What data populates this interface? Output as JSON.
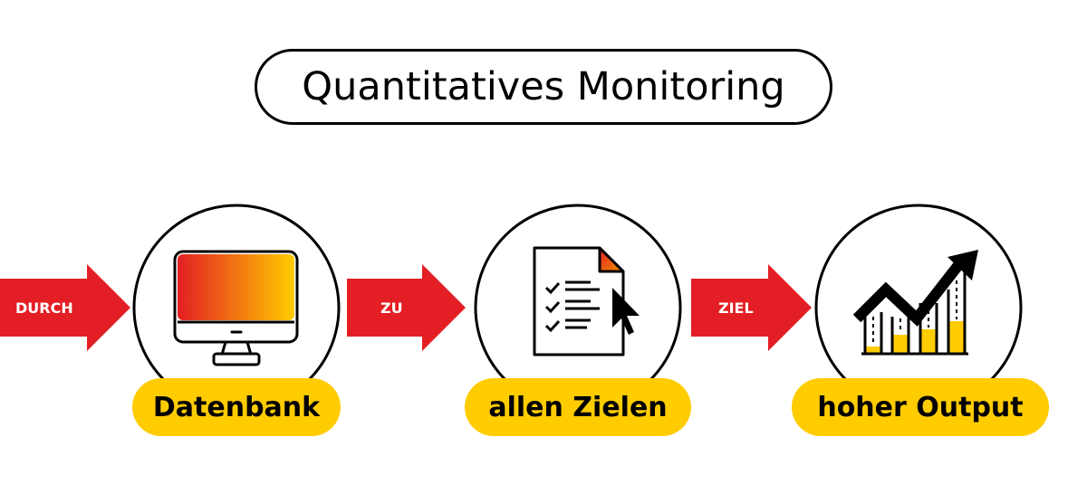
{
  "title": "Quantitatives Monitoring",
  "arrows": [
    {
      "label": "DURCH"
    },
    {
      "label": "ZU"
    },
    {
      "label": "ZIEL"
    }
  ],
  "steps": [
    {
      "label": "Datenbank",
      "icon": "monitor-icon"
    },
    {
      "label": "allen Zielen",
      "icon": "checklist-document-icon"
    },
    {
      "label": "hoher Output",
      "icon": "growth-chart-icon"
    }
  ],
  "colors": {
    "arrow": "#e31e24",
    "label_bg": "#ffcc00",
    "gradient_start": "#e31e24",
    "gradient_end": "#ffcc00",
    "ink": "#000000"
  }
}
